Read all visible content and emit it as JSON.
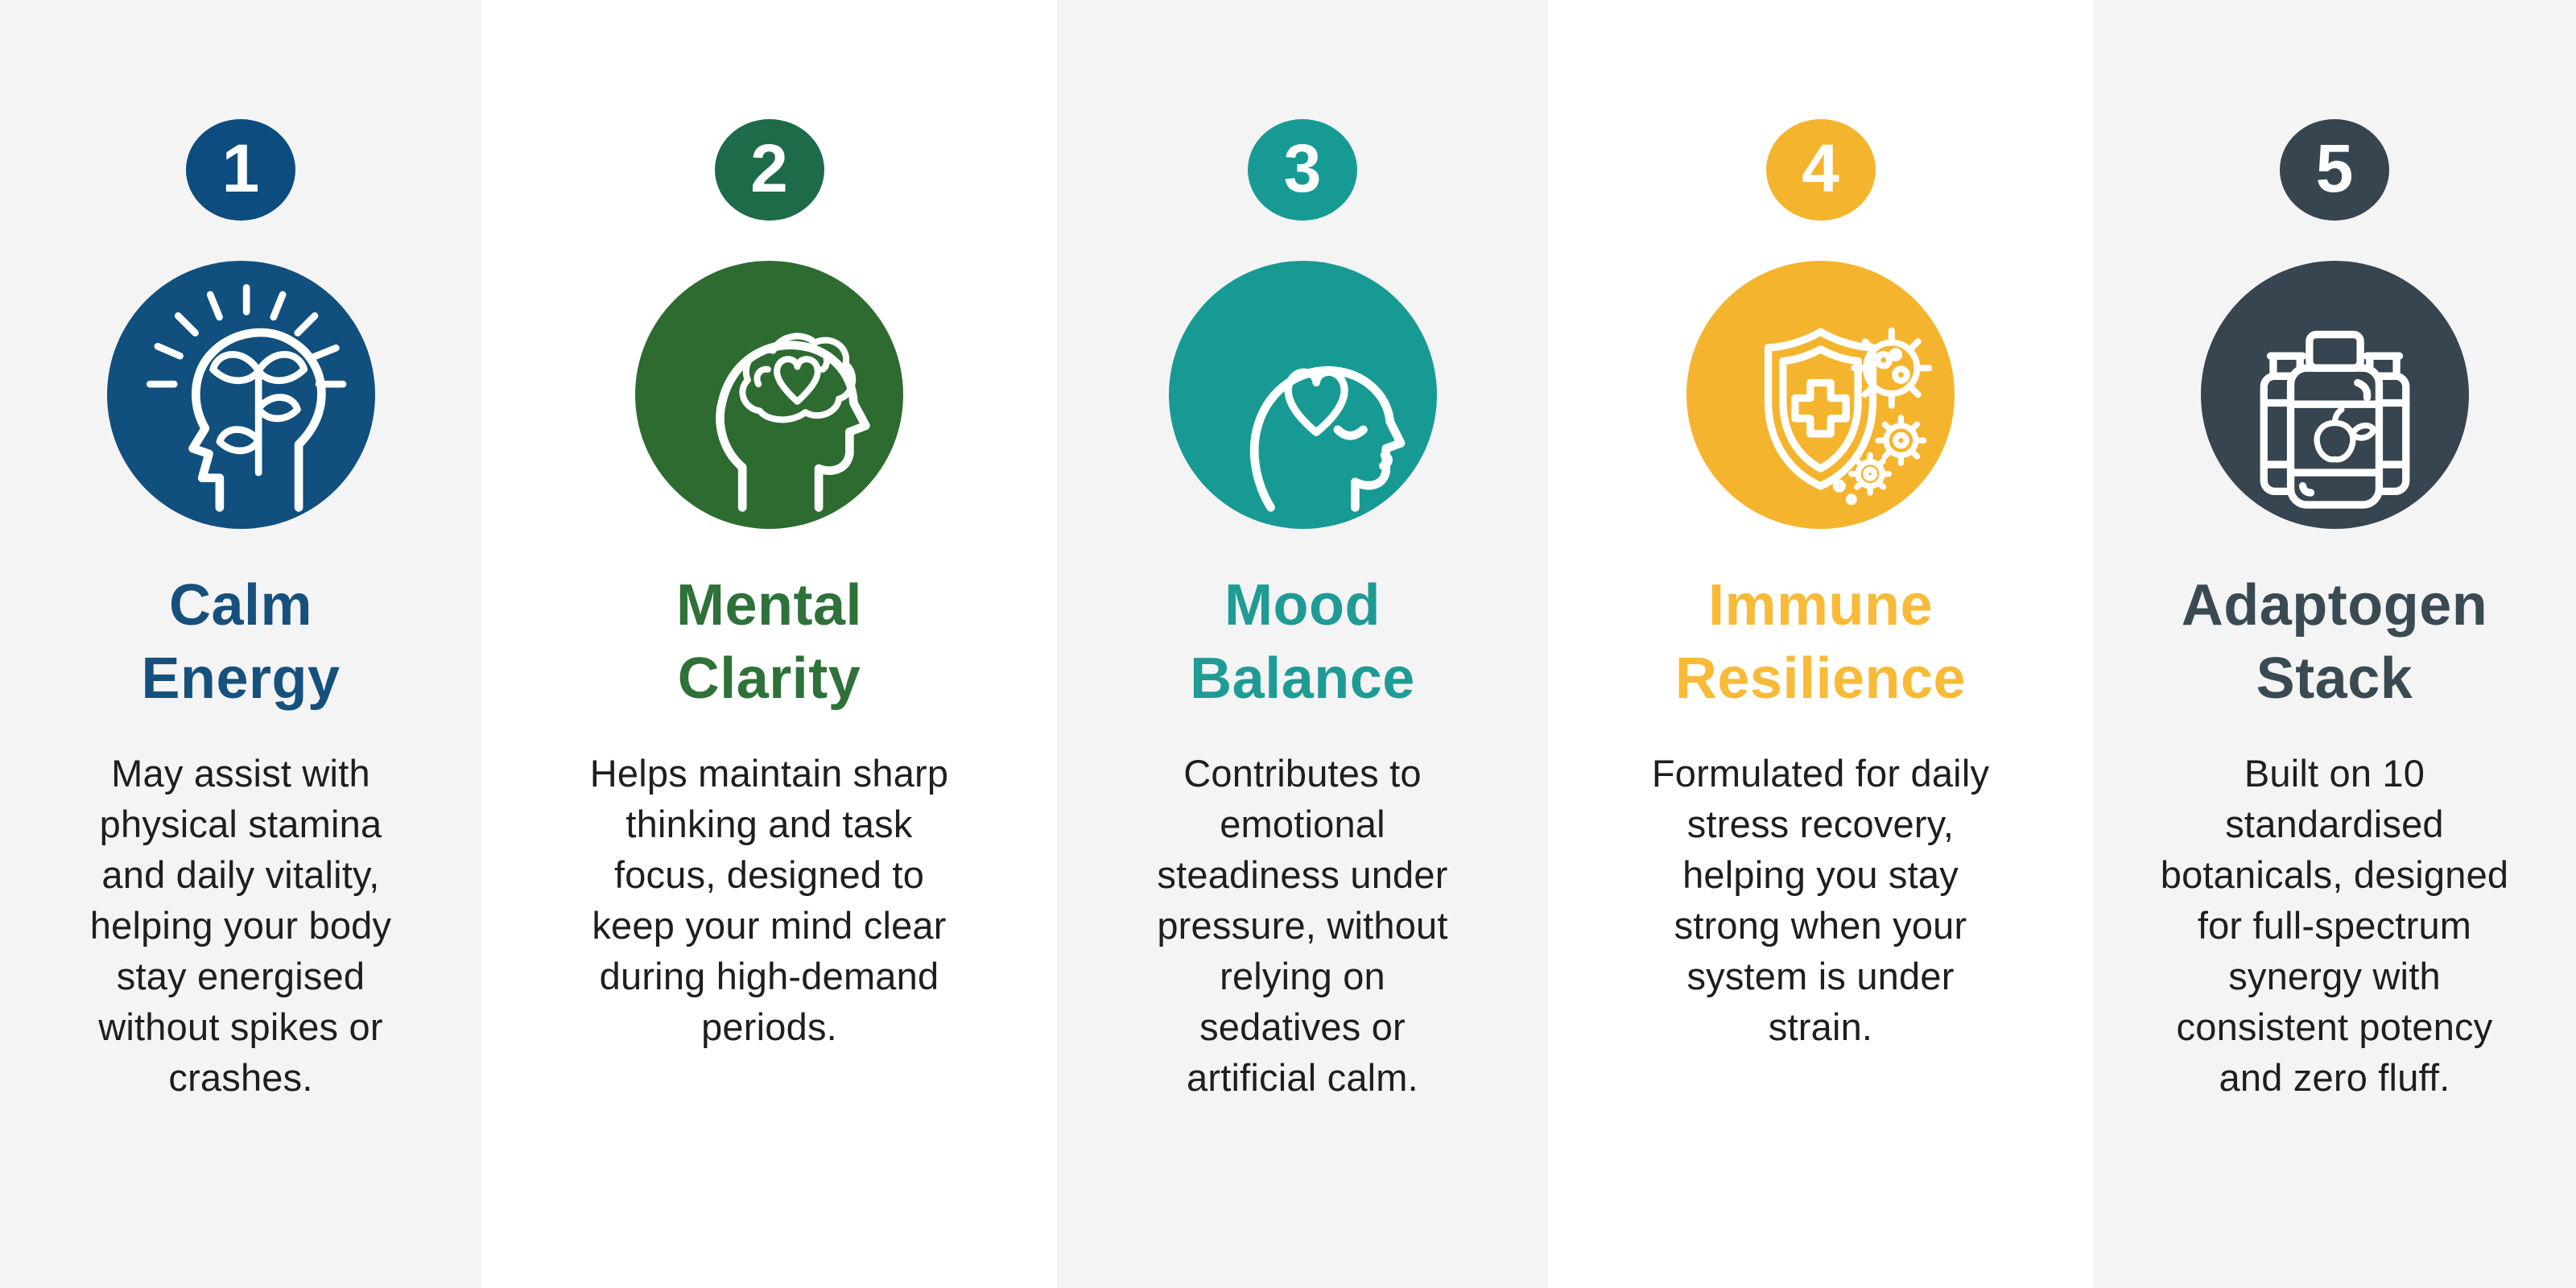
{
  "page": {
    "background": "#FFFFFF",
    "band_gray": "#F4F4F5",
    "description_color": "#1E1E1E"
  },
  "columns": [
    {
      "number": "1",
      "title": "Calm\nEnergy",
      "description": "May assist with\nphysical stamina\nand daily vitality,\nhelping your body\nstay energised\nwithout spikes or\ncrashes.",
      "accent": "#114F7E",
      "badge_color": "#0C4C7E",
      "title_color": "#16507D",
      "icon": "head-plant-rays-icon"
    },
    {
      "number": "2",
      "title": "Mental\nClarity",
      "description": "Helps maintain sharp\nthinking and task\nfocus, designed to\nkeep your mind clear\nduring high-demand\nperiods.",
      "accent": "#2D6B31",
      "badge_color": "#1D6B48",
      "title_color": "#2E7139",
      "icon": "head-brain-heart-icon"
    },
    {
      "number": "3",
      "title": "Mood\nBalance",
      "description": "Contributes to\nemotional\nsteadiness under\npressure, without\nrelying on\nsedatives or\nartificial calm.",
      "accent": "#189A94",
      "badge_color": "#189A94",
      "title_color": "#1F9B95",
      "icon": "head-heart-icon"
    },
    {
      "number": "4",
      "title": "Immune\nResilience",
      "description": "Formulated for daily\nstress recovery,\nhelping you stay\nstrong when your\nsystem is under\nstrain.",
      "accent": "#F5B42D",
      "badge_color": "#F5B42D",
      "title_color": "#F8BA37",
      "icon": "shield-virus-gears-icon"
    },
    {
      "number": "5",
      "title": "Adaptogen\nStack",
      "description": "Built on 10\nstandardised\nbotanicals, designed\nfor full-spectrum\nsynergy with\nconsistent potency\nand zero fluff.",
      "accent": "#36454F",
      "badge_color": "#36454F",
      "title_color": "#3A4A53",
      "icon": "supplement-jars-icon"
    }
  ]
}
